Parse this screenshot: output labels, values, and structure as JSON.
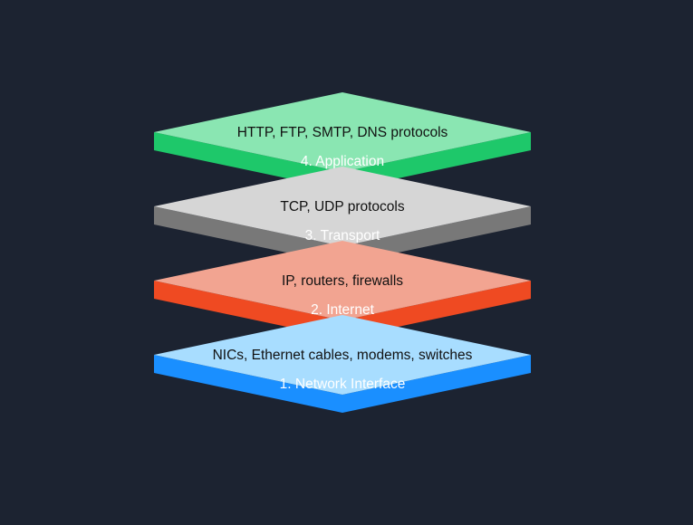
{
  "colors": {
    "background": "#1c2331"
  },
  "layers": [
    {
      "label": "4. Application",
      "description": "HTTP, FTP, SMTP, DNS protocols",
      "top_color": "#8ae6b2",
      "side_color": "#1ec86a",
      "description_color": "#111111",
      "label_color": "#ffffff"
    },
    {
      "label": "3. Transport",
      "description": "TCP, UDP protocols",
      "top_color": "#d6d6d6",
      "side_color": "#787878",
      "description_color": "#111111",
      "label_color": "#ffffff"
    },
    {
      "label": "2. Internet",
      "description": "IP, routers, firewalls",
      "top_color": "#f2a491",
      "side_color": "#ef4a22",
      "description_color": "#111111",
      "label_color": "#ffffff"
    },
    {
      "label": "1. Network Interface",
      "description": "NICs, Ethernet cables, modems, switches",
      "top_color": "#a8ddff",
      "side_color": "#1a8fff",
      "description_color": "#111111",
      "label_color": "#ffffff"
    }
  ]
}
